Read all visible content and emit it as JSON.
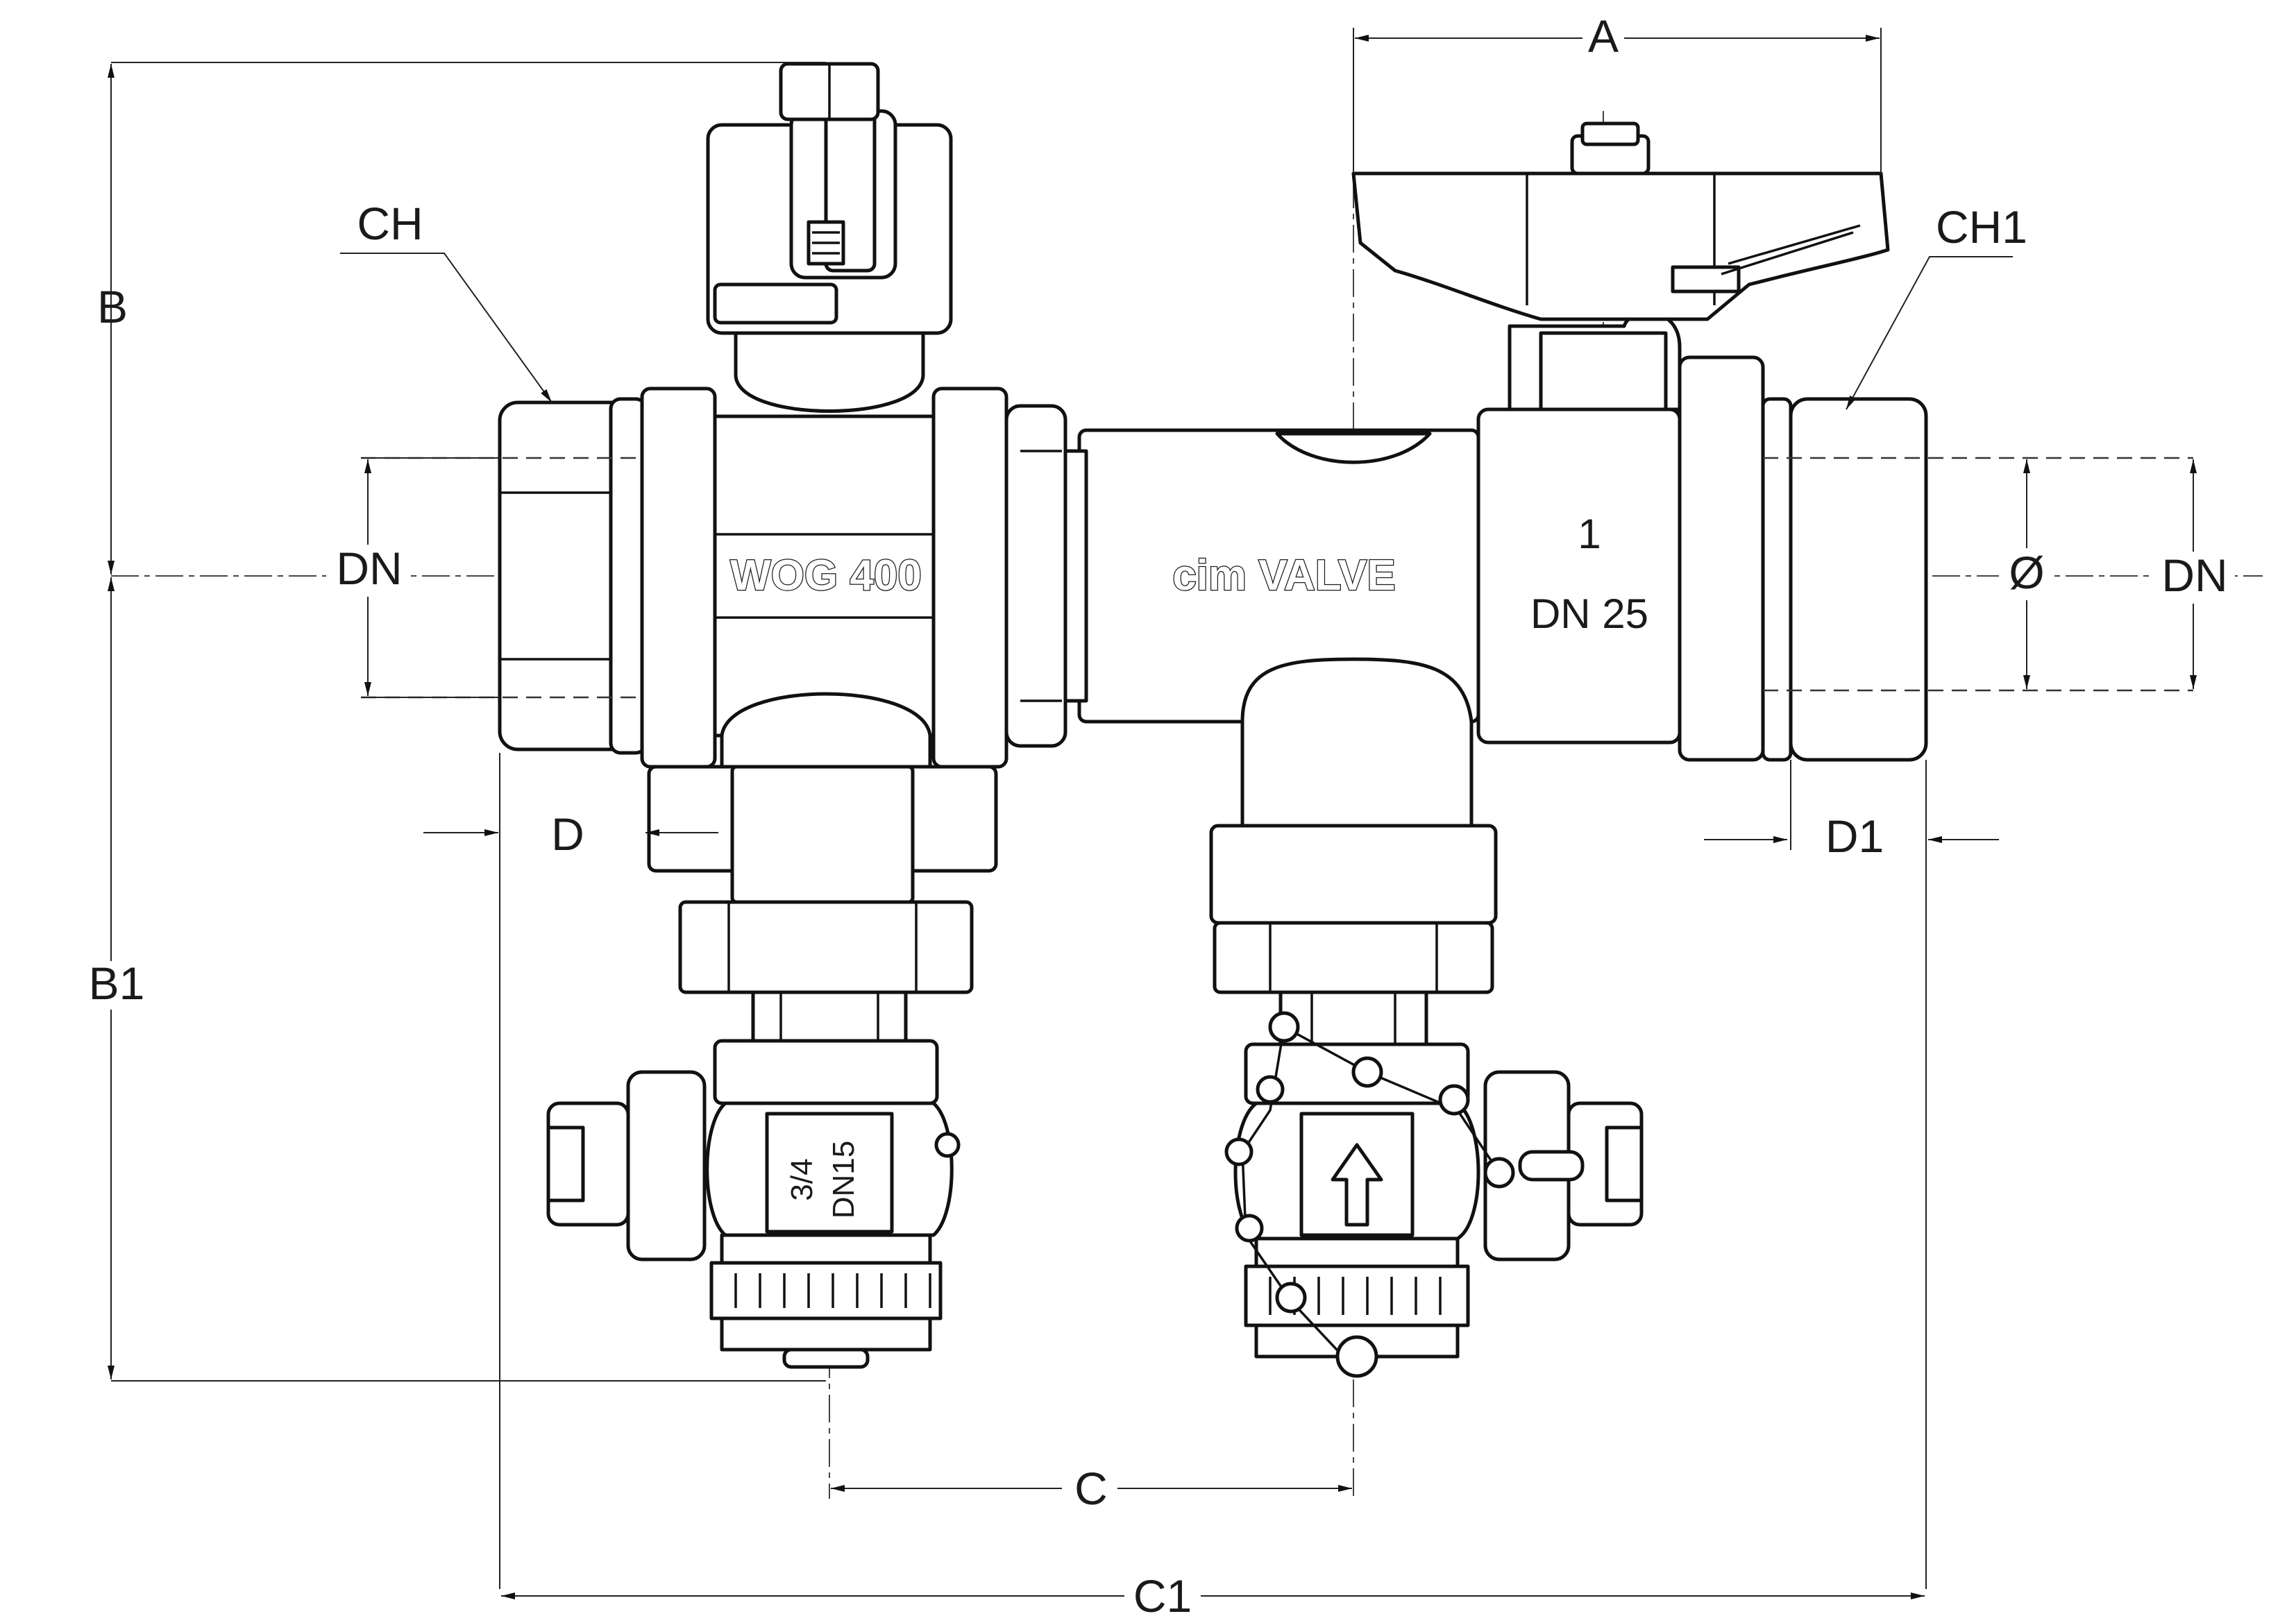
{
  "labels": {
    "A": "A",
    "B": "B",
    "B1": "B1",
    "C": "C",
    "C1": "C1",
    "CH": "CH",
    "CH1": "CH1",
    "D": "D",
    "D1": "D1",
    "DN_left": "DN",
    "DN_right": "DN",
    "diameter": "Ø"
  },
  "markings": {
    "left_valve": "WOG 400",
    "manifold": "cim VALVE",
    "right_valve_number": "1",
    "right_valve_size": "DN 25",
    "drain_fraction": "3/4",
    "drain_size": "DN15"
  }
}
